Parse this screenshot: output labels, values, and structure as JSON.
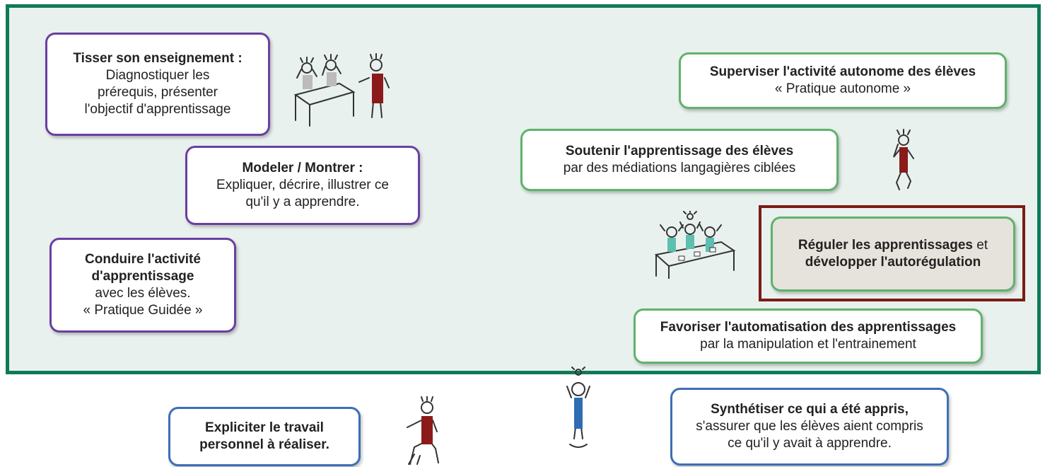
{
  "boxes": {
    "tisser": {
      "title": "Tisser son enseignement :",
      "lines": [
        "Diagnostiquer les",
        "prérequis, présenter",
        "l'objectif d'apprentissage"
      ]
    },
    "modeler": {
      "title": "Modeler / Montrer :",
      "lines": [
        "Expliquer, décrire, illustrer ce",
        "qu'il y a apprendre."
      ]
    },
    "conduire": {
      "title1": "Conduire l'activité",
      "title2": "d'apprentissage",
      "lines": [
        "avec les élèves.",
        "« Pratique Guidée »"
      ]
    },
    "superviser": {
      "title": "Superviser l'activité autonome des élèves",
      "lines": [
        "« Pratique autonome »"
      ]
    },
    "soutenir": {
      "title": "Soutenir l'apprentissage des élèves",
      "lines": [
        "par des médiations langagières ciblées"
      ]
    },
    "reguler": {
      "title_bold": "Réguler les apprentissages",
      "title_rest": " et",
      "title2": "développer l'autorégulation"
    },
    "favoriser": {
      "title": "Favoriser l'automatisation des apprentissages",
      "lines": [
        "par la manipulation et l'entrainement"
      ]
    },
    "expliciter": {
      "title1": "Expliciter le travail",
      "title2": "personnel à réaliser."
    },
    "synthetiser": {
      "title": "Synthétiser ce qui a été appris,",
      "lines": [
        "s'assurer que les élèves aient compris",
        "ce qu'il y avait à apprendre."
      ]
    }
  },
  "colors": {
    "panel_border": "#0f7a5a",
    "panel_bg": "#e9f1ef",
    "purple": "#6b3fa0",
    "green": "#5fb36a",
    "blue": "#3c6fb4",
    "highlight": "#7b1c14",
    "shirt_red": "#8b1a1a",
    "shirt_teal": "#5cbfb0",
    "shirt_blue": "#2f6db3"
  }
}
